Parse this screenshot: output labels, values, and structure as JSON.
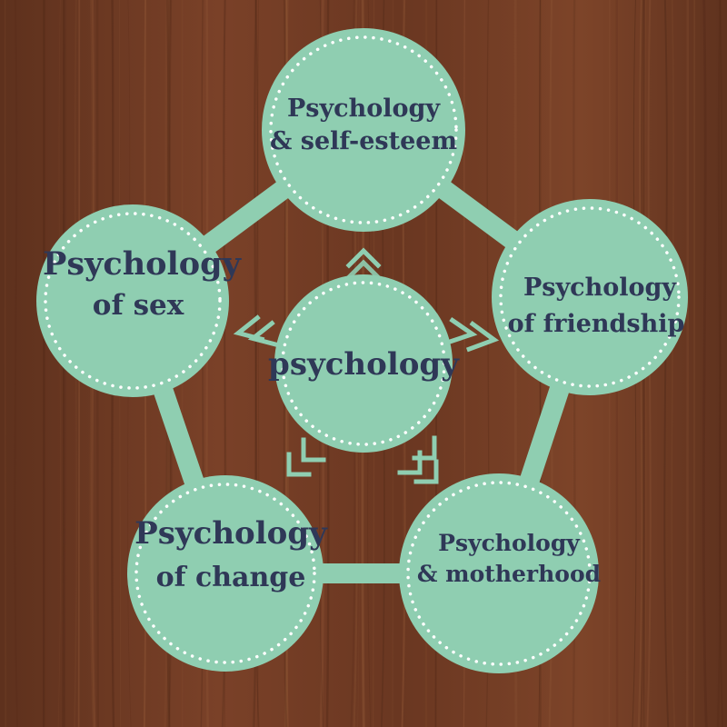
{
  "colors": {
    "wood_dark": "#5a2f1c",
    "wood_mid": "#7a4127",
    "wood_light": "#8f5333",
    "mint": "#8fceb1",
    "dots": "#ffffff",
    "text": "#2f3857"
  },
  "center": {
    "label": "psychology"
  },
  "nodes": [
    {
      "id": "self-esteem",
      "lines": [
        "Psychology",
        "& self-esteem"
      ]
    },
    {
      "id": "friendship",
      "lines": [
        "Psychology",
        "of friendship"
      ]
    },
    {
      "id": "motherhood",
      "lines": [
        "Psychology",
        "& motherhood"
      ]
    },
    {
      "id": "change",
      "lines": [
        "Psychology",
        "of change"
      ]
    },
    {
      "id": "sex",
      "lines": [
        "Psychology",
        "of sex"
      ]
    }
  ]
}
